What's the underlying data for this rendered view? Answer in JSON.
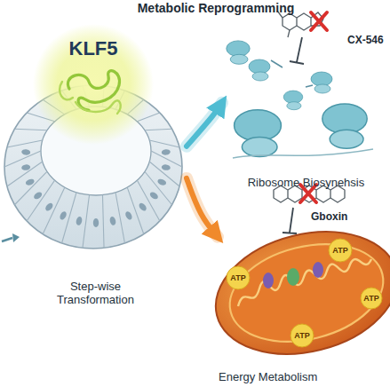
{
  "diagram": {
    "title": "Metabolic Reprogramming",
    "nodes": [
      {
        "text": [
          "KLF5"
        ]
      },
      {
        "text": [
          "Ribosome Biosynehsis"
        ]
      },
      {
        "text": [
          "Step-wise Transformation"
        ]
      },
      {
        "text": [
          "Energy Metabolism"
        ]
      }
    ],
    "edges": [
      {
        "from": 2,
        "to": 1,
        "arrow": "to"
      },
      {
        "from": 2,
        "to": 3,
        "arrow": "to"
      }
    ],
    "labels": [
      "CX-546",
      "Gboxin",
      "ATP",
      "ATP",
      "ATP",
      "ATP"
    ]
  }
}
